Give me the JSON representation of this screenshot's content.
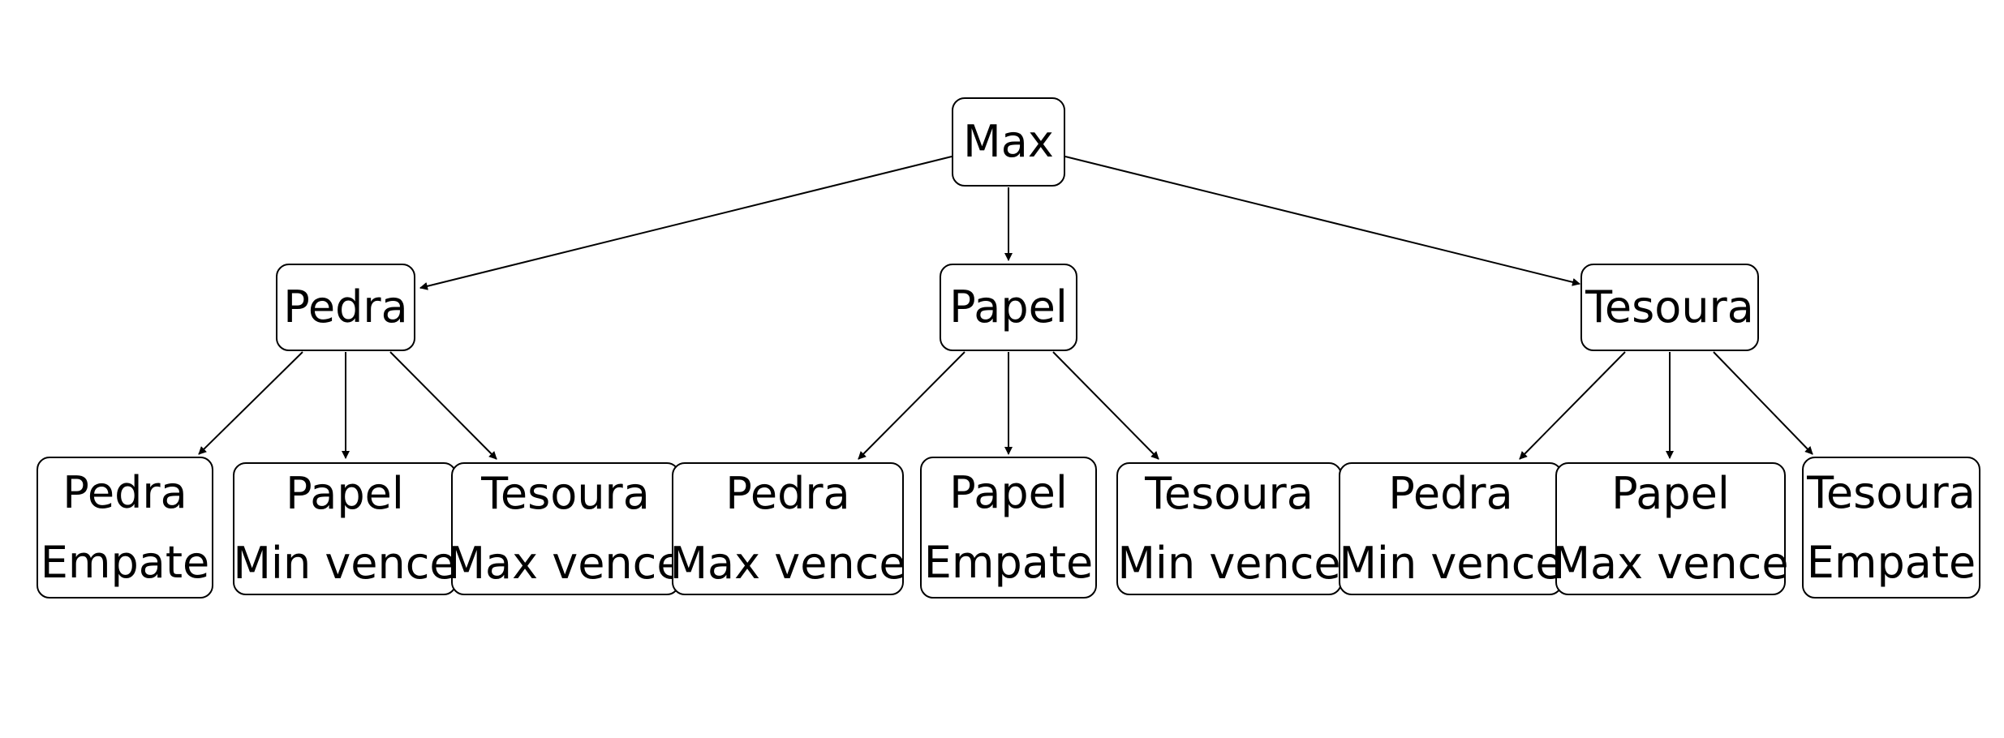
{
  "tree": {
    "root": {
      "label": "Max"
    },
    "level1": [
      {
        "label": "Pedra"
      },
      {
        "label": "Papel"
      },
      {
        "label": "Tesoura"
      }
    ],
    "leaves": [
      {
        "move": "Pedra",
        "result": "Empate"
      },
      {
        "move": "Papel",
        "result": "Min vence"
      },
      {
        "move": "Tesoura",
        "result": "Max vence"
      },
      {
        "move": "Pedra",
        "result": "Max vence"
      },
      {
        "move": "Papel",
        "result": "Empate"
      },
      {
        "move": "Tesoura",
        "result": "Min vence"
      },
      {
        "move": "Pedra",
        "result": "Min vence"
      },
      {
        "move": "Papel",
        "result": "Max vence"
      },
      {
        "move": "Tesoura",
        "result": "Empate"
      }
    ]
  },
  "colors": {
    "stroke": "#000000",
    "fill": "#ffffff",
    "text": "#000000"
  }
}
